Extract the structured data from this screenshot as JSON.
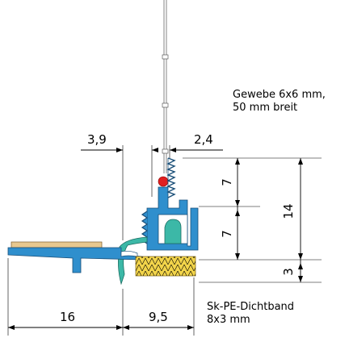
{
  "labels": {
    "fabric_line1": "Gewebe 6x6 mm,",
    "fabric_line2": "50 mm breit",
    "tape_line1": "Sk-PE-Dichtband",
    "tape_line2": "8x3 mm"
  },
  "dimensions": {
    "gap_left": "3,9",
    "gap_right": "2,4",
    "upper_7": "7",
    "lower_7": "7",
    "total_14": "14",
    "tape_3": "3",
    "bottom_16": "16",
    "bottom_9_5": "9,5"
  },
  "colors": {
    "profile_blue": "#2f8fcd",
    "seal_teal": "#3cb8a7",
    "tape_yellow": "#f2d44a",
    "wood_tan": "#e8c88f",
    "bead_red": "#e02020"
  }
}
